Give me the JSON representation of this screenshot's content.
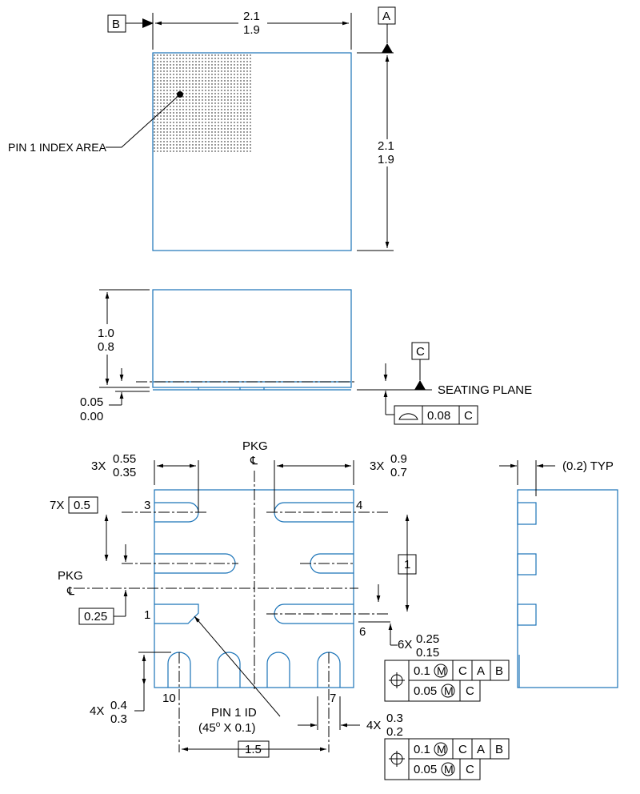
{
  "top_view": {
    "datum_b": "B",
    "datum_a": "A",
    "width_max": "2.1",
    "width_min": "1.9",
    "height_max": "2.1",
    "height_min": "1.9",
    "pin1_index": "PIN 1 INDEX AREA"
  },
  "side_view": {
    "height_max": "1.0",
    "height_min": "0.8",
    "standoff_max": "0.05",
    "standoff_min": "0.00",
    "datum_c": "C",
    "seating_plane": "SEATING PLANE",
    "flatness_value": "0.08",
    "flatness_datum": "C"
  },
  "bottom_view": {
    "pkg_label": "PKG",
    "pkg_cl": "℄",
    "left_width_mult": "3X",
    "left_width_max": "0.55",
    "left_width_min": "0.35",
    "right_width_mult": "3X",
    "right_width_max": "0.9",
    "right_width_min": "0.7",
    "pitch_mult": "7X",
    "pitch": "0.5",
    "offset": "0.25",
    "span": "1",
    "side_len_mult": "6X",
    "side_len_max": "0.25",
    "side_len_min": "0.15",
    "bot_len_mult": "4X",
    "bot_len_max": "0.4",
    "bot_len_min": "0.3",
    "bot_w_mult": "4X",
    "bot_w_max": "0.3",
    "bot_w_min": "0.2",
    "bot_span": "1.5",
    "pin_3": "3",
    "pin_4": "4",
    "pin_1": "1",
    "pin_6": "6",
    "pin_10": "10",
    "pin_7": "7",
    "pin1_id": "PIN 1 ID",
    "pin1_id_chamfer": "(45",
    "pin1_id_deg": "o",
    "pin1_id_rest": " X 0.1)",
    "fcf_pos": "0.1",
    "fcf_mmc": "M",
    "fcf_c": "C",
    "fcf_a": "A",
    "fcf_b": "B",
    "fcf_pos2": "0.05",
    "fcf2_c": "C"
  },
  "end_view": {
    "typ_label": "(0.2) TYP"
  }
}
